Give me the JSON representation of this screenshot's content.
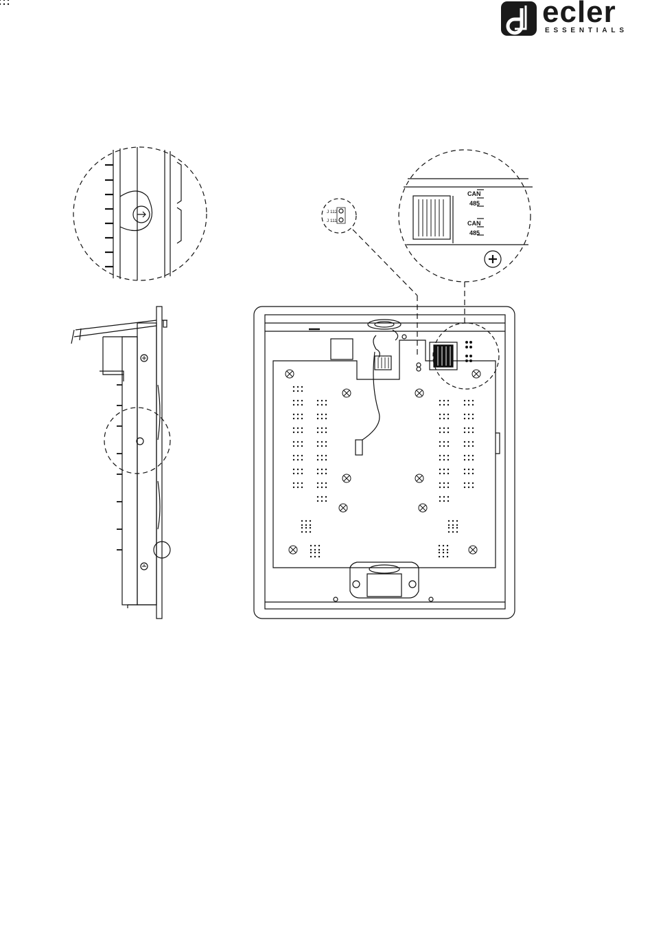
{
  "brand": {
    "name": "ecler",
    "tagline": "ESSENTIALS"
  },
  "diagram": {
    "jumper_callout": {
      "upper_label": "J 112",
      "lower_label": "J 111"
    },
    "dip_switch_callout": {
      "switch_1_top": "CAN",
      "switch_1_bottom": "485",
      "switch_2_top": "CAN",
      "switch_2_bottom": "485"
    }
  },
  "colors": {
    "line": "#111111",
    "logo": "#1a1a1a"
  }
}
